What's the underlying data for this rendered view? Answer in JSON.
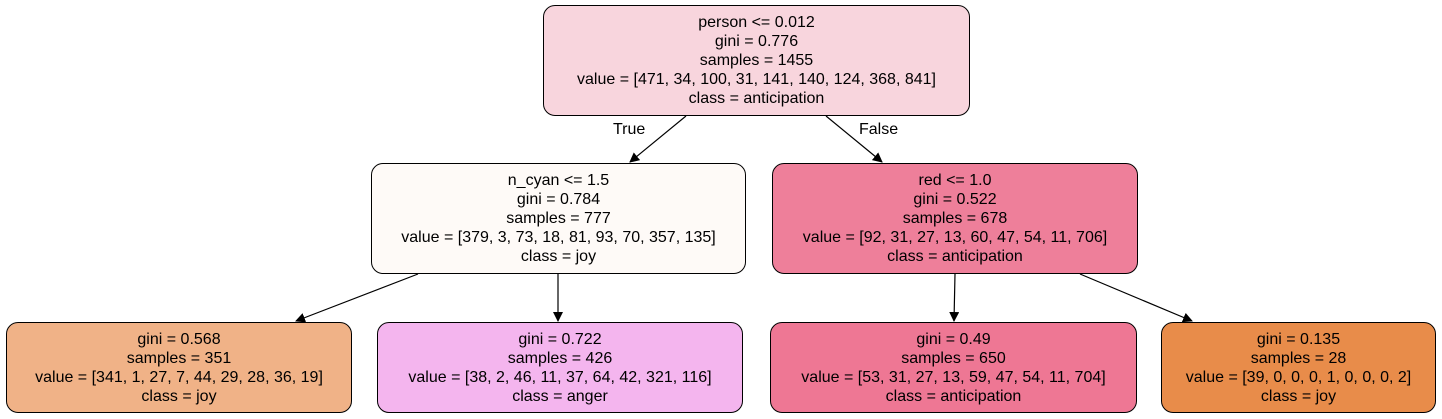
{
  "tree": {
    "root": {
      "split": "person <= 0.012",
      "gini": "gini = 0.776",
      "samples": "samples = 1455",
      "value": "value = [471, 34, 100, 31, 141, 140, 124, 368, 841]",
      "class": "class = anticipation",
      "fill": "#f8d5dd"
    },
    "edge_true_label": "True",
    "edge_false_label": "False",
    "left": {
      "split": "n_cyan <= 1.5",
      "gini": "gini = 0.784",
      "samples": "samples = 777",
      "value": "value = [379, 3, 73, 18, 81, 93, 70, 357, 135]",
      "class": "class = joy",
      "fill": "#fefaf7"
    },
    "right": {
      "split": "red <= 1.0",
      "gini": "gini = 0.522",
      "samples": "samples = 678",
      "value": "value = [92, 31, 27, 13, 60, 47, 54, 11, 706]",
      "class": "class = anticipation",
      "fill": "#ee7f9a"
    },
    "left_left": {
      "gini": "gini = 0.568",
      "samples": "samples = 351",
      "value": "value = [341, 1, 27, 7, 44, 29, 28, 36, 19]",
      "class": "class = joy",
      "fill": "#f0b287"
    },
    "left_right": {
      "gini": "gini = 0.722",
      "samples": "samples = 426",
      "value": "value = [38, 2, 46, 11, 37, 64, 42, 321, 116]",
      "class": "class = anger",
      "fill": "#f4b5ee"
    },
    "right_left": {
      "gini": "gini = 0.49",
      "samples": "samples = 650",
      "value": "value = [53, 31, 27, 13, 59, 47, 54, 11, 704]",
      "class": "class = anticipation",
      "fill": "#ee7794"
    },
    "right_right": {
      "gini": "gini = 0.135",
      "samples": "samples = 28",
      "value": "value = [39, 0, 0, 0, 1, 0, 0, 0, 2]",
      "class": "class = joy",
      "fill": "#e88c4a"
    }
  }
}
